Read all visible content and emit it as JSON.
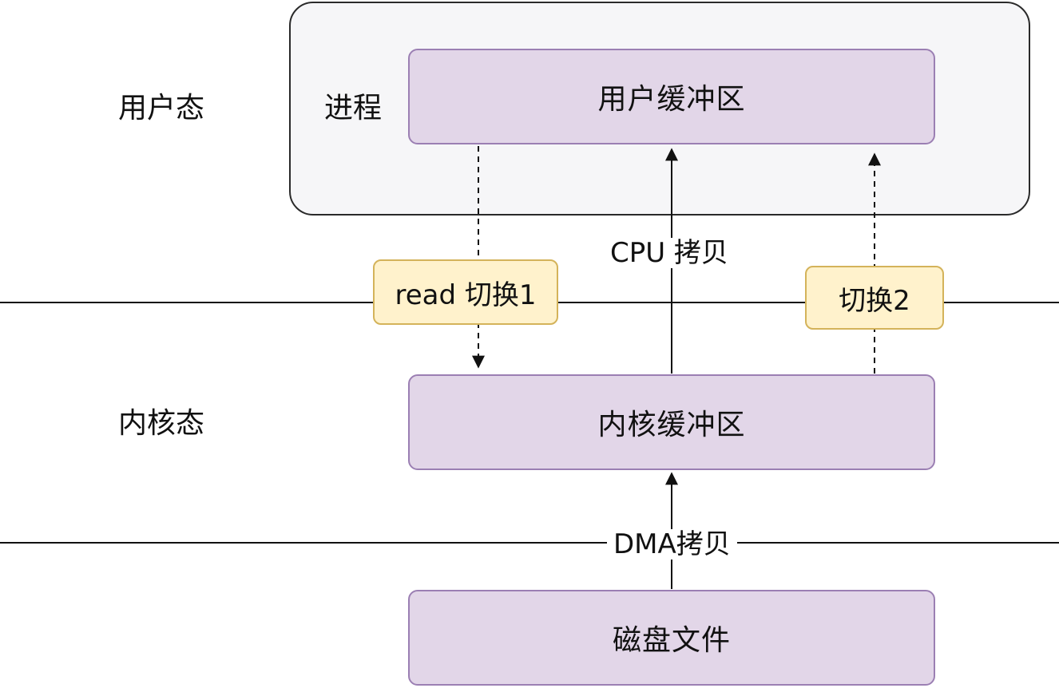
{
  "levels": {
    "user_mode": "用户态",
    "kernel_mode": "内核态"
  },
  "process": {
    "label": "进程"
  },
  "nodes": {
    "user_buffer": "用户缓冲区",
    "kernel_buffer": "内核缓冲区",
    "disk_file": "磁盘文件"
  },
  "tags": {
    "switch1": "read 切换1",
    "switch2": "切换2"
  },
  "edges": {
    "cpu_copy": "CPU 拷贝",
    "dma_copy": "DMA拷贝"
  },
  "colors": {
    "box_fill": "#e2d6e8",
    "box_border": "#9b7fb3",
    "tag_fill": "#fff2cc",
    "tag_border": "#d4b35a",
    "line": "#111111"
  }
}
